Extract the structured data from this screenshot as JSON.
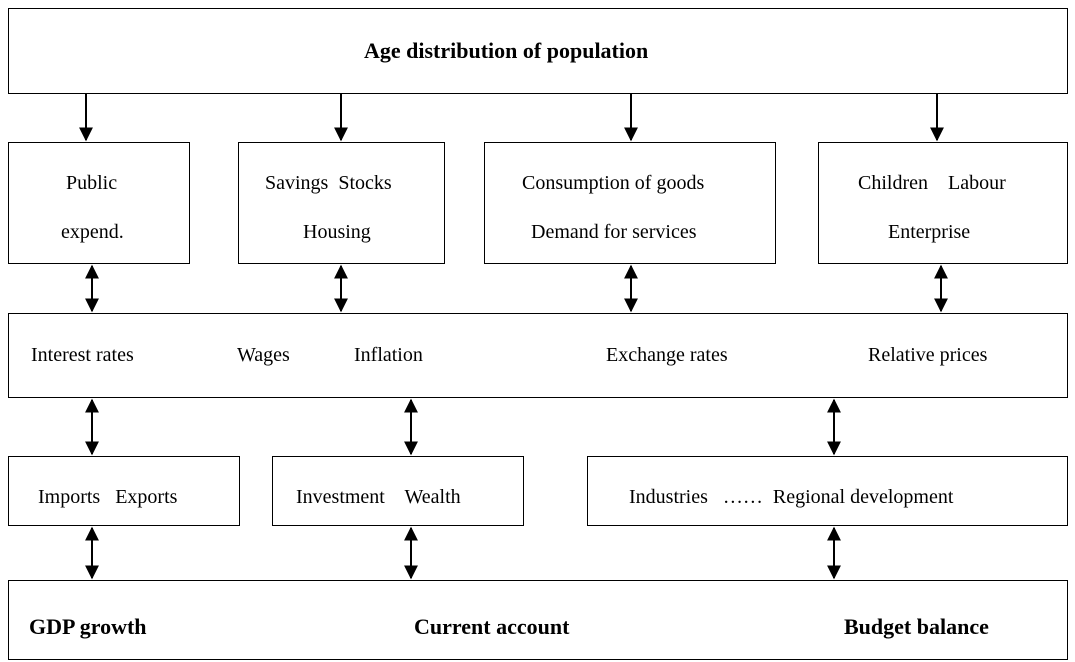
{
  "title": "Age distribution of population",
  "factors": [
    {
      "line1": "Public",
      "line2": "expend."
    },
    {
      "line1": "Savings  Stocks",
      "line2": "Housing"
    },
    {
      "line1": "Consumption of goods",
      "line2": "Demand for services"
    },
    {
      "line1": "Children    Labour",
      "line2": "Enterprise"
    }
  ],
  "prices": {
    "interest": "Interest rates",
    "wages": "Wages",
    "inflation": "Inflation",
    "exchange": "Exchange rates",
    "relative": "Relative prices"
  },
  "sectors": {
    "trade": "Imports   Exports",
    "investment": "Investment    Wealth",
    "industry": "Industries   ……  Regional development"
  },
  "outcomes": {
    "gdp": "GDP growth",
    "current_account": "Current account",
    "budget": "Budget balance"
  }
}
